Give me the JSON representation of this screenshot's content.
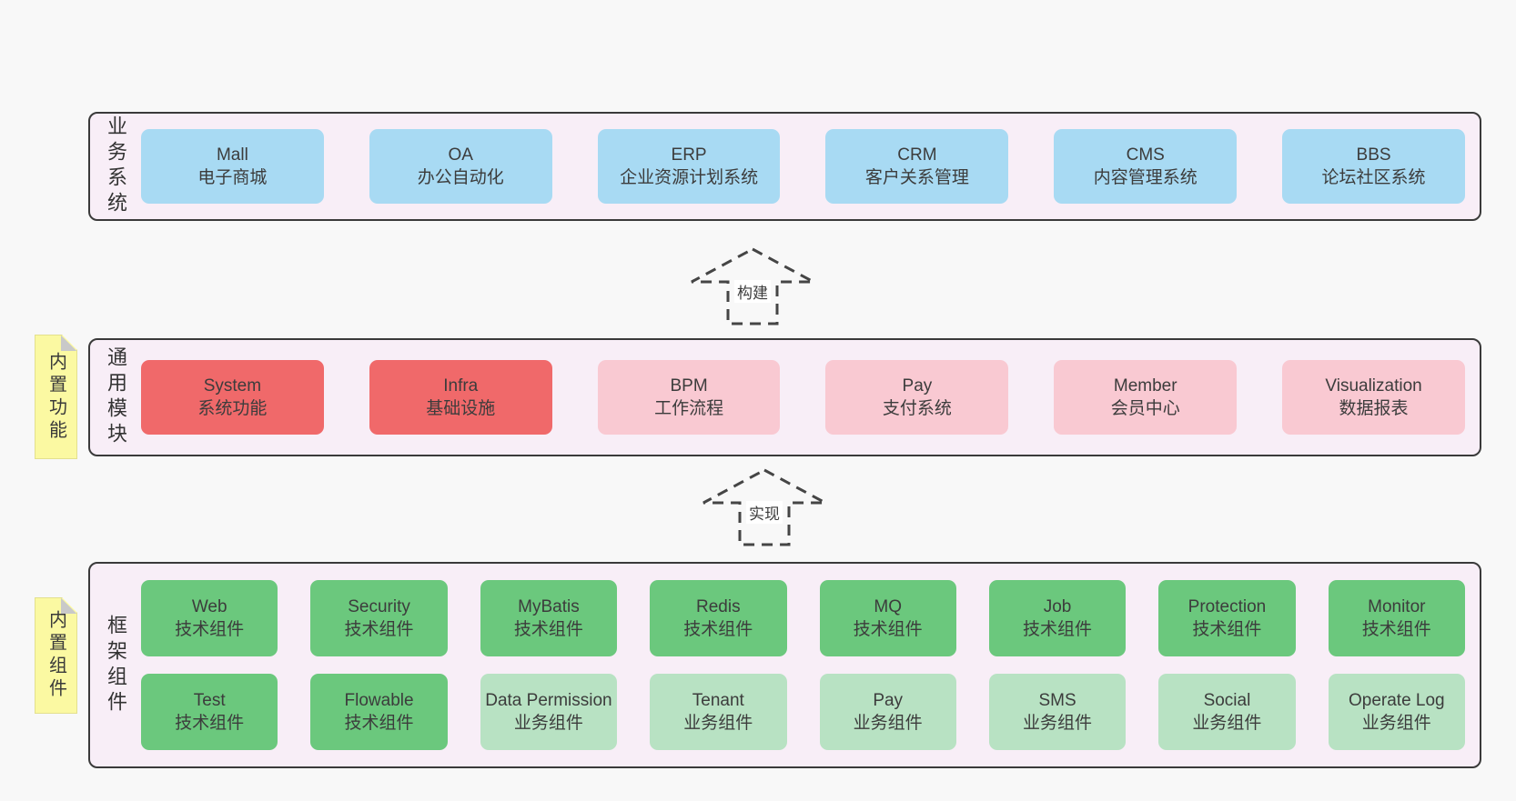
{
  "colors": {
    "page_bg": "#f8f8f8",
    "panel_bg": "#f8eef7",
    "panel_border": "#3a3a3a",
    "blue": "#a8daf3",
    "red": "#f0696a",
    "pink": "#f9c9d2",
    "green": "#6bc87d",
    "lightgreen": "#b8e2c3",
    "sticky_bg": "#fbf9a2",
    "sticky_fold": "#c9c9c9",
    "text": "#3c3c3c",
    "arrow": "#454545"
  },
  "arrows": [
    {
      "label": "构建"
    },
    {
      "label": "实现"
    }
  ],
  "sections": {
    "business": {
      "label": "业务系统",
      "boxes": [
        {
          "title": "Mall",
          "subtitle": "电子商城",
          "variant": "blue"
        },
        {
          "title": "OA",
          "subtitle": "办公自动化",
          "variant": "blue"
        },
        {
          "title": "ERP",
          "subtitle": "企业资源计划系统",
          "variant": "blue"
        },
        {
          "title": "CRM",
          "subtitle": "客户关系管理",
          "variant": "blue"
        },
        {
          "title": "CMS",
          "subtitle": "内容管理系统",
          "variant": "blue"
        },
        {
          "title": "BBS",
          "subtitle": "论坛社区系统",
          "variant": "blue"
        }
      ]
    },
    "modules": {
      "label": "通用模块",
      "sticky": "内置功能",
      "boxes": [
        {
          "title": "System",
          "subtitle": "系统功能",
          "variant": "red"
        },
        {
          "title": "Infra",
          "subtitle": "基础设施",
          "variant": "red"
        },
        {
          "title": "BPM",
          "subtitle": "工作流程",
          "variant": "pink"
        },
        {
          "title": "Pay",
          "subtitle": "支付系统",
          "variant": "pink"
        },
        {
          "title": "Member",
          "subtitle": "会员中心",
          "variant": "pink"
        },
        {
          "title": "Visualization",
          "subtitle": "数据报表",
          "variant": "pink"
        }
      ]
    },
    "framework": {
      "label": "框架组件",
      "sticky": "内置组件",
      "rows": [
        [
          {
            "title": "Web",
            "subtitle": "技术组件",
            "variant": "green"
          },
          {
            "title": "Security",
            "subtitle": "技术组件",
            "variant": "green"
          },
          {
            "title": "MyBatis",
            "subtitle": "技术组件",
            "variant": "green"
          },
          {
            "title": "Redis",
            "subtitle": "技术组件",
            "variant": "green"
          },
          {
            "title": "MQ",
            "subtitle": "技术组件",
            "variant": "green"
          },
          {
            "title": "Job",
            "subtitle": "技术组件",
            "variant": "green"
          },
          {
            "title": "Protection",
            "subtitle": "技术组件",
            "variant": "green"
          },
          {
            "title": "Monitor",
            "subtitle": "技术组件",
            "variant": "green"
          }
        ],
        [
          {
            "title": "Test",
            "subtitle": "技术组件",
            "variant": "green"
          },
          {
            "title": "Flowable",
            "subtitle": "技术组件",
            "variant": "green"
          },
          {
            "title": "Data Permission",
            "subtitle": "业务组件",
            "variant": "lightgreen"
          },
          {
            "title": "Tenant",
            "subtitle": "业务组件",
            "variant": "lightgreen"
          },
          {
            "title": "Pay",
            "subtitle": "业务组件",
            "variant": "lightgreen"
          },
          {
            "title": "SMS",
            "subtitle": "业务组件",
            "variant": "lightgreen"
          },
          {
            "title": "Social",
            "subtitle": "业务组件",
            "variant": "lightgreen"
          },
          {
            "title": "Operate Log",
            "subtitle": "业务组件",
            "variant": "lightgreen"
          }
        ]
      ]
    }
  }
}
